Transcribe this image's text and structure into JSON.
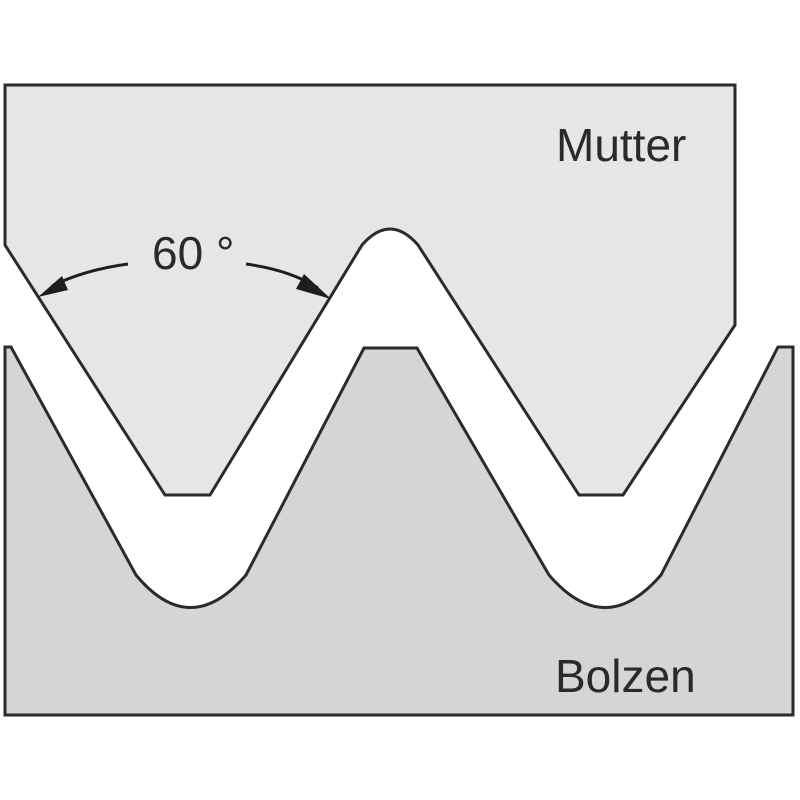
{
  "labels": {
    "nut": "Mutter",
    "bolt": "Bolzen",
    "angle": "60 °"
  },
  "colors": {
    "nut_fill": "#e5e6e7",
    "bolt_fill": "#d4d5d6",
    "outline": "#2b2b2b",
    "background": "#ffffff"
  }
}
